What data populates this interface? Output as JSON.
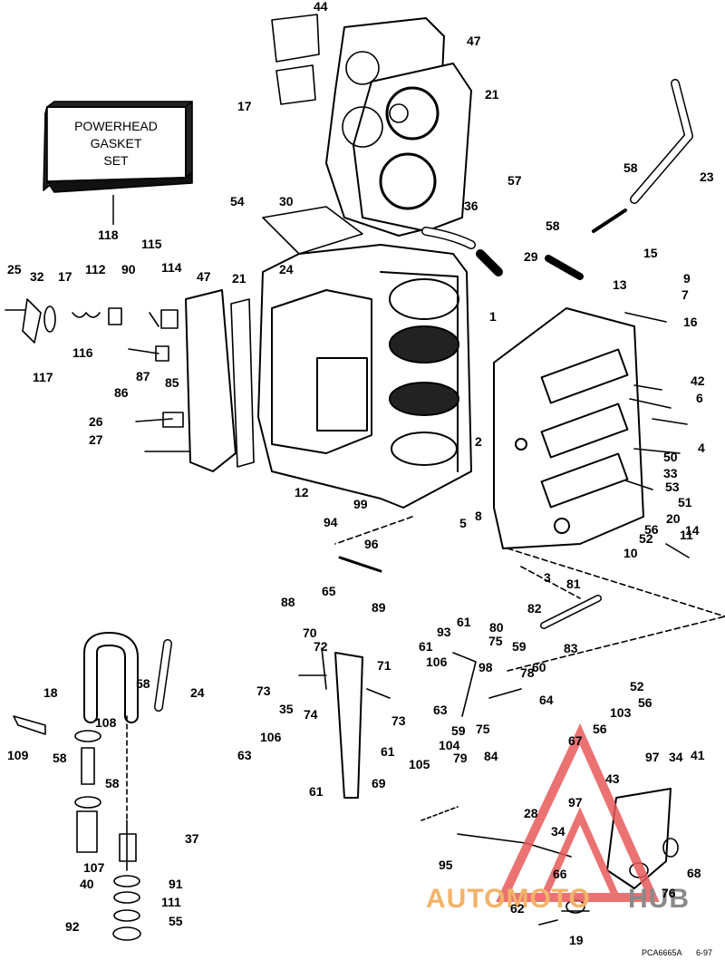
{
  "gasket_set": {
    "line1": "POWERHEAD",
    "line2": "GASKET",
    "line3": "SET",
    "number": "118"
  },
  "part_labels": [
    "1",
    "2",
    "3",
    "4",
    "5",
    "6",
    "7",
    "8",
    "9",
    "10",
    "11",
    "12",
    "13",
    "14",
    "15",
    "16",
    "17",
    "17",
    "18",
    "19",
    "20",
    "21",
    "21",
    "23",
    "24",
    "24",
    "25",
    "26",
    "27",
    "28",
    "29",
    "30",
    "32",
    "33",
    "34",
    "34",
    "35",
    "36",
    "37",
    "40",
    "41",
    "42",
    "43",
    "44",
    "47",
    "47",
    "50",
    "51",
    "52",
    "52",
    "53",
    "54",
    "55",
    "56",
    "56",
    "56",
    "57",
    "58",
    "58",
    "58",
    "58",
    "58",
    "59",
    "59",
    "60",
    "61",
    "61",
    "61",
    "61",
    "62",
    "63",
    "63",
    "64",
    "65",
    "66",
    "67",
    "68",
    "69",
    "70",
    "71",
    "72",
    "73",
    "73",
    "74",
    "75",
    "75",
    "76",
    "78",
    "79",
    "80",
    "81",
    "82",
    "83",
    "84",
    "85",
    "86",
    "87",
    "88",
    "89",
    "90",
    "91",
    "92",
    "93",
    "94",
    "95",
    "96",
    "97",
    "97",
    "98",
    "99",
    "103",
    "104",
    "105",
    "106",
    "106",
    "107",
    "108",
    "109",
    "111",
    "112",
    "114",
    "115",
    "116",
    "117"
  ],
  "drawing_code": "PCA6665A",
  "date_code": "6-97",
  "watermark": {
    "part1": "AUTOMOTO",
    "part2": "HUB"
  }
}
